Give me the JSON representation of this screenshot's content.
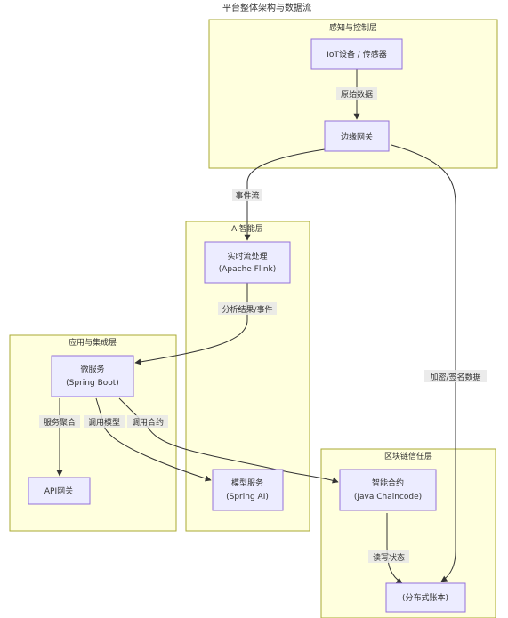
{
  "title": "平台整体架构与数据流",
  "clusters": {
    "perception": "感知与控制层",
    "ai": "AI智能层",
    "app": "应用与集成层",
    "blockchain": "区块链信任层"
  },
  "nodes": {
    "iot": [
      "IoT设备 / 传感器"
    ],
    "gateway": [
      "边缘网关"
    ],
    "flink": [
      "实时流处理",
      "(Apache Flink)"
    ],
    "micro": [
      "微服务",
      "(Spring Boot)"
    ],
    "apigw": [
      "API网关"
    ],
    "model": [
      "模型服务",
      "(Spring AI)"
    ],
    "contract": [
      "智能合约",
      "(Java Chaincode)"
    ],
    "ledger": [
      "(分布式账本)"
    ]
  },
  "edges": {
    "raw_data": "原始数据",
    "event_stream": "事件流",
    "analysis": "分析结果/事件",
    "encrypt": "加密/签名数据",
    "aggregate": "服务聚合",
    "call_model": "调用模型",
    "call_contract": "调用合约",
    "read_write": "读写状态"
  }
}
